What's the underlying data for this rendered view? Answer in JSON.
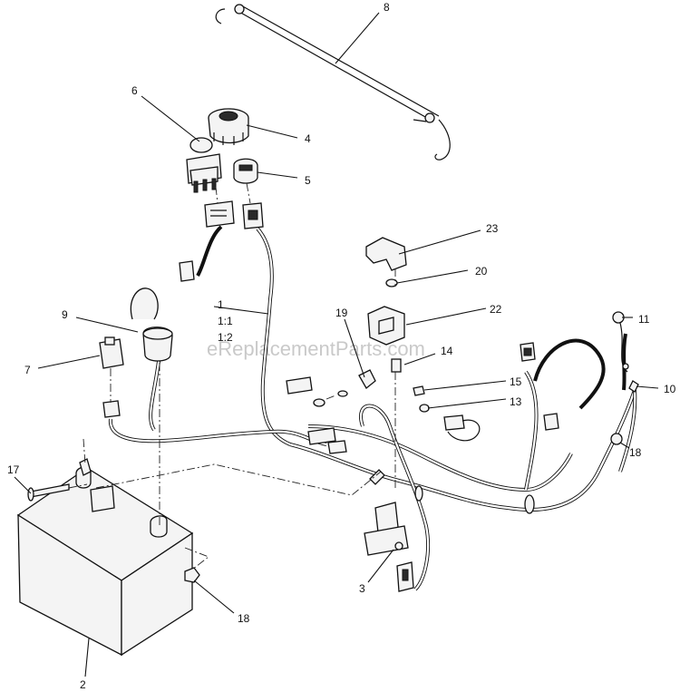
{
  "diagram": {
    "watermark": "eReplacementParts.com",
    "callouts": [
      {
        "id": "c1",
        "label": "1"
      },
      {
        "id": "c1-1",
        "label": "1:1"
      },
      {
        "id": "c1-2",
        "label": "1:2"
      },
      {
        "id": "c2",
        "label": "2"
      },
      {
        "id": "c3",
        "label": "3"
      },
      {
        "id": "c4",
        "label": "4"
      },
      {
        "id": "c5",
        "label": "5"
      },
      {
        "id": "c6",
        "label": "6"
      },
      {
        "id": "c7",
        "label": "7"
      },
      {
        "id": "c8",
        "label": "8"
      },
      {
        "id": "c9",
        "label": "9"
      },
      {
        "id": "c10",
        "label": "10"
      },
      {
        "id": "c11",
        "label": "11"
      },
      {
        "id": "c13",
        "label": "13"
      },
      {
        "id": "c14",
        "label": "14"
      },
      {
        "id": "c15",
        "label": "15"
      },
      {
        "id": "c17",
        "label": "17"
      },
      {
        "id": "c18a",
        "label": "18"
      },
      {
        "id": "c18b",
        "label": "18"
      },
      {
        "id": "c19",
        "label": "19"
      },
      {
        "id": "c20",
        "label": "20"
      },
      {
        "id": "c22",
        "label": "22"
      },
      {
        "id": "c23",
        "label": "23"
      }
    ]
  }
}
